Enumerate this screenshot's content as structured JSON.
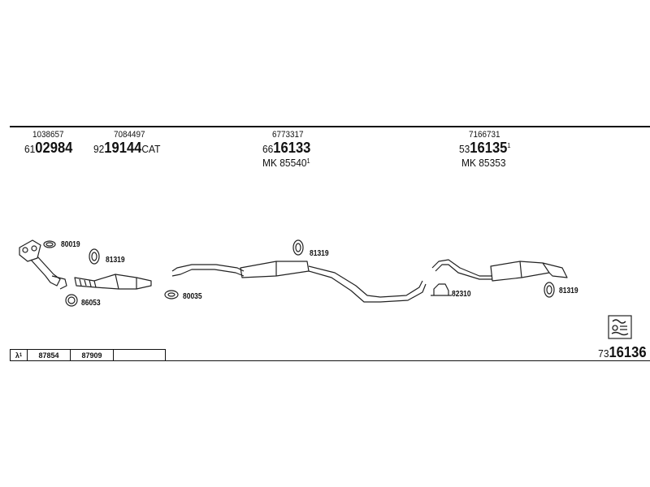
{
  "groups": [
    {
      "ref": "1038657",
      "prefix": "61",
      "main": "02984",
      "suffix": "",
      "sup": ""
    },
    {
      "ref": "7084497",
      "prefix": "92",
      "main": "19144",
      "suffix": "CAT",
      "sup": ""
    },
    {
      "ref": "6773317",
      "prefix": "66",
      "main": "16133",
      "suffix": "",
      "sup": "",
      "mk": "MK 85540",
      "mk_sup": "1"
    },
    {
      "ref": "7166731",
      "prefix": "53",
      "main": "16135",
      "suffix": "",
      "sup": "1",
      "mk": "MK 85353",
      "mk_sup": ""
    }
  ],
  "part_labels": [
    "80019",
    "81319",
    "86053",
    "80035",
    "81319",
    "82310",
    "81319"
  ],
  "table": {
    "lambda": "λ",
    "lambda_sup": "1",
    "c1": "87854",
    "c2": "87909",
    "c3": ""
  },
  "total": {
    "prefix": "73",
    "main": "16136"
  },
  "icons": {
    "logo": "parts-catalog-logo-icon"
  }
}
